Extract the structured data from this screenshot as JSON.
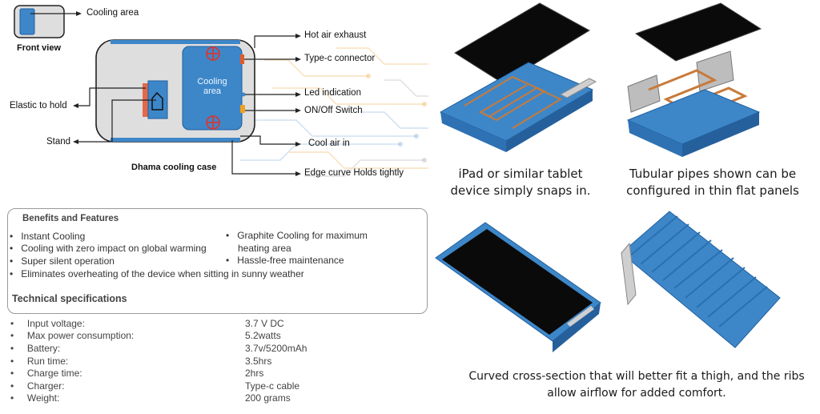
{
  "diagram": {
    "front_view": "Front view",
    "cooling_area_callout": "Cooling area",
    "inner_cooling_area": [
      "Cooling",
      "area"
    ],
    "hot_air_exhaust": "Hot air exhaust",
    "type_c_connector": "Type-c connector",
    "led_indication": "Led indication",
    "on_off_switch": "ON/Off Switch",
    "cool_air_in": "Cool air in",
    "elastic_to_hold": "Elastic to hold",
    "stand": "Stand",
    "case_name": "Dhama cooling case",
    "edge_curve": "Edge curve Holds tightly"
  },
  "benefits": {
    "heading": "Benefits and Features",
    "items_left": [
      "Instant Cooling",
      "Cooling with zero impact on global warming",
      "Super silent operation",
      "Eliminates overheating of the device when sitting in sunny weather"
    ],
    "items_right": [
      "Graphite Cooling for maximum",
      "heating area",
      "Hassle-free maintenance"
    ]
  },
  "specs": {
    "heading": "Technical specifications",
    "rows": [
      {
        "label": "Input voltage:",
        "value": "3.7 V DC"
      },
      {
        "label": "Max power consumption:",
        "value": "5.2watts"
      },
      {
        "label": "Battery:",
        "value": "3.7v/5200mAh"
      },
      {
        "label": "Run time:",
        "value": "3.5hrs"
      },
      {
        "label": "Charge time:",
        "value": "2hrs"
      },
      {
        "label": "Charger:",
        "value": "Type-c cable"
      },
      {
        "label": "Weight:",
        "value": "200 grams"
      }
    ]
  },
  "captions": {
    "snap_in": [
      "iPad or similar tablet",
      "device simply snaps in."
    ],
    "pipes": [
      "Tubular pipes shown can be",
      "configured in thin flat panels"
    ],
    "curved": [
      "Curved cross-section that will better fit a thigh, and the ribs",
      "allow airflow for added comfort."
    ]
  },
  "colors": {
    "case_blue": "#3d87c9",
    "case_dark": "#1f5f9e",
    "case_grey": "#dedede",
    "copper": "#c87a3a",
    "screen": "#0a0a0a",
    "vent_red": "#d23a3a"
  }
}
